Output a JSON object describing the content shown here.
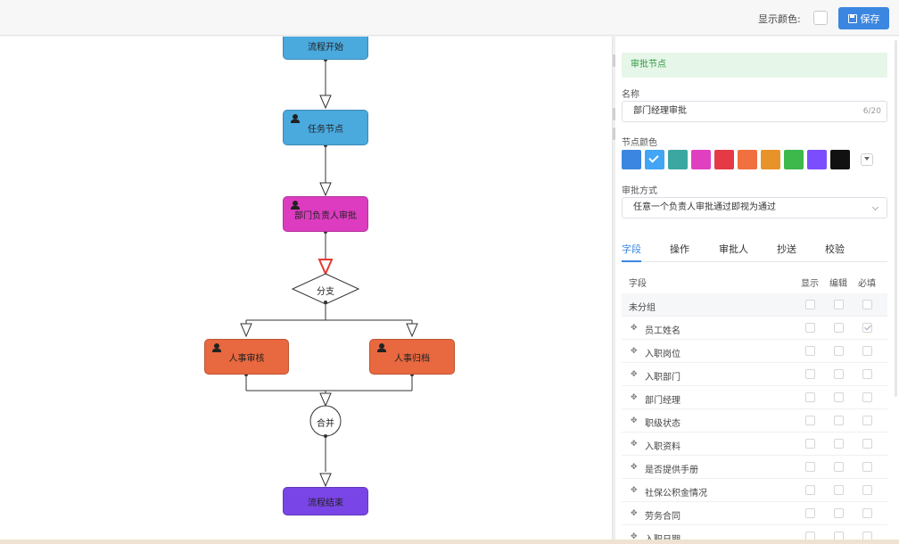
{
  "toolbar": {
    "color_label": "显示颜色:",
    "save_label": "保存"
  },
  "flow": {
    "nodes": {
      "start": "流程开始",
      "task": "任务节点",
      "dept_head": "部门负责人审批",
      "branch": "分支",
      "hr_review": "人事审核",
      "hr_archive": "人事归档",
      "merge": "合并",
      "end": "流程结束"
    },
    "colors": {
      "start": "#4aa9dd",
      "task": "#4aa9dd",
      "dept_head": "#dd3cc1",
      "hr": "#e8683f",
      "end": "#7a45e6",
      "arrow_highlight": "#e53935"
    }
  },
  "panel": {
    "banner": "审批节点",
    "name_label": "名称",
    "name_value": "部门经理审批",
    "name_count": "6/20",
    "color_label": "节点颜色",
    "swatches": [
      "#3b86e0",
      "#42a5f5",
      "#3aa8a0",
      "#e040c0",
      "#e53945",
      "#f0713f",
      "#e8932a",
      "#3db84a",
      "#7c4dff",
      "#111111"
    ],
    "selected_swatch_index": 1,
    "mode_label": "审批方式",
    "mode_value": "任意一个负责人审批通过即视为通过",
    "tabs": [
      "字段",
      "操作",
      "审批人",
      "抄送",
      "校验"
    ],
    "active_tab": 0,
    "table_headers": [
      "字段",
      "显示",
      "编辑",
      "必填"
    ],
    "group_row": "未分组",
    "rows": [
      {
        "label": "员工姓名",
        "required": true
      },
      {
        "label": "入职岗位",
        "required": false
      },
      {
        "label": "入职部门",
        "required": false
      },
      {
        "label": "部门经理",
        "required": false
      },
      {
        "label": "职级状态",
        "required": false
      },
      {
        "label": "入职资料",
        "required": false
      },
      {
        "label": "是否提供手册",
        "required": false
      },
      {
        "label": "社保公积金情况",
        "required": false
      },
      {
        "label": "劳务合同",
        "required": false
      },
      {
        "label": "入职日期",
        "required": false
      }
    ]
  }
}
